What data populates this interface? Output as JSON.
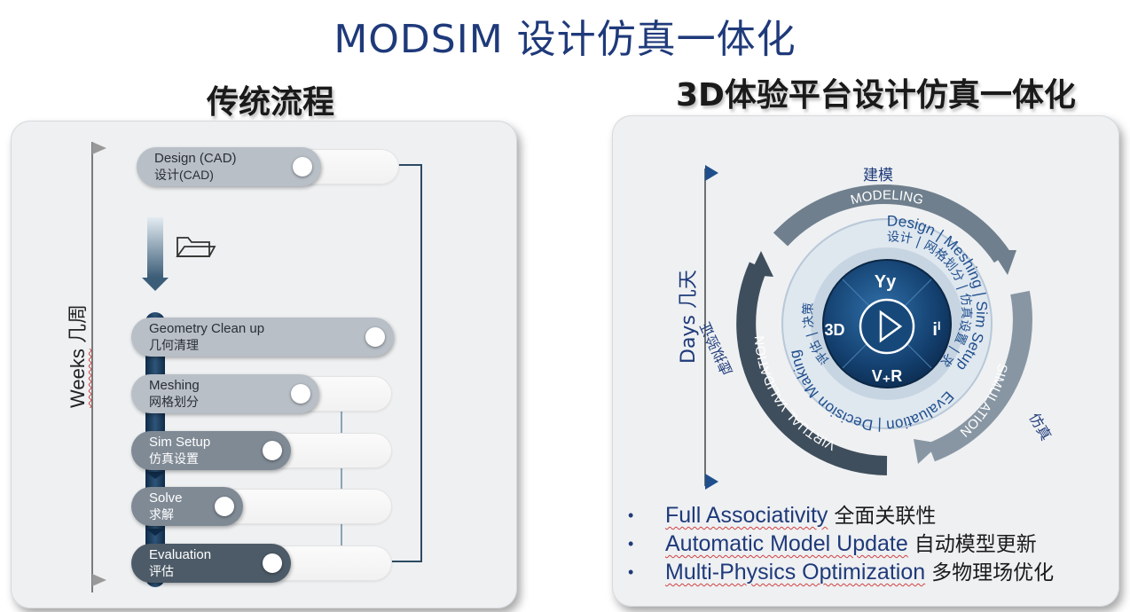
{
  "title": "MODSIM 设计仿真一体化",
  "left": {
    "title": "传统流程",
    "axis_label_en": "Weeks",
    "axis_label_cn": "几周",
    "steps": [
      {
        "en": "Design (CAD)",
        "cn": "设计(CAD)"
      },
      {
        "en": "Geometry Clean up",
        "cn": "几何清理"
      },
      {
        "en": "Meshing",
        "cn": "网格划分"
      },
      {
        "en": "Sim Setup",
        "cn": "仿真设置"
      },
      {
        "en": "Solve",
        "cn": "求解"
      },
      {
        "en": "Evaluation",
        "cn": "评估"
      }
    ]
  },
  "right": {
    "title": "3D体验平台设计仿真一体化",
    "axis_label": "Days 几天",
    "outer_labels": {
      "modeling_cn": "建模",
      "modeling_en": "MODELING",
      "simulation_en": "SIMULATION",
      "simulation_cn": "仿真",
      "validation_en": "VIRTUAL VALIDATION",
      "validation_cn": "虚拟验证"
    },
    "inner_labels": {
      "top_en": "Design | Meshing | Sim Setup | Solve",
      "top_cn": "设计 | 网格划分 | 仿真设置 | 求解",
      "bottom_en": "Evaluation | Decision Making",
      "bottom_cn": "评估 | 决策"
    },
    "center": {
      "top": "Yy",
      "left": "3D",
      "right": "iⁱ",
      "bottom": "V₊R"
    },
    "bullets": [
      {
        "en": "Full Associativity",
        "cn": "全面关联性"
      },
      {
        "en": "Automatic Model Update",
        "cn": "自动模型更新"
      },
      {
        "en": "Multi-Physics Optimization",
        "cn": "多物理场优化"
      }
    ]
  },
  "colors": {
    "title_blue": "#1f3a7a",
    "pill_light": "#b8bec6",
    "pill_mid": "#7e8994",
    "pill_dark": "#4d5b68",
    "arrow_blue": "#1f4e8c"
  }
}
